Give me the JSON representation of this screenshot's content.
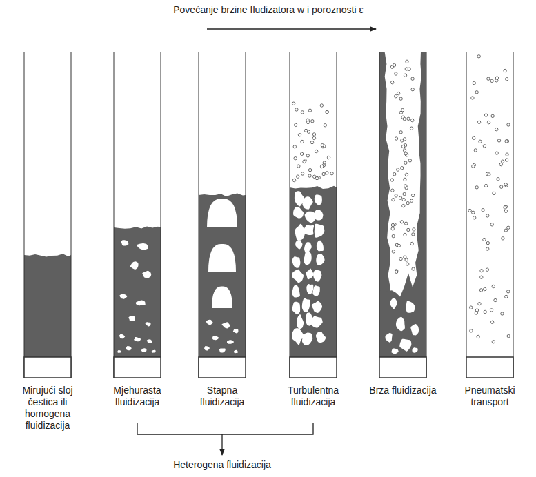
{
  "diagram": {
    "labels": [
      "Povećanje brzine fludizatora w i poroznosti ε",
      "Mirujući sloj čestica ili homogena fluidizacija",
      "Mjehurasta fluidizacija",
      "Stapna fluidizacija",
      "Turbulentna fluidizacija",
      "Brza fluidizacija",
      "Pneumatski transport",
      "Heterogena fluidizacija"
    ]
  }
}
